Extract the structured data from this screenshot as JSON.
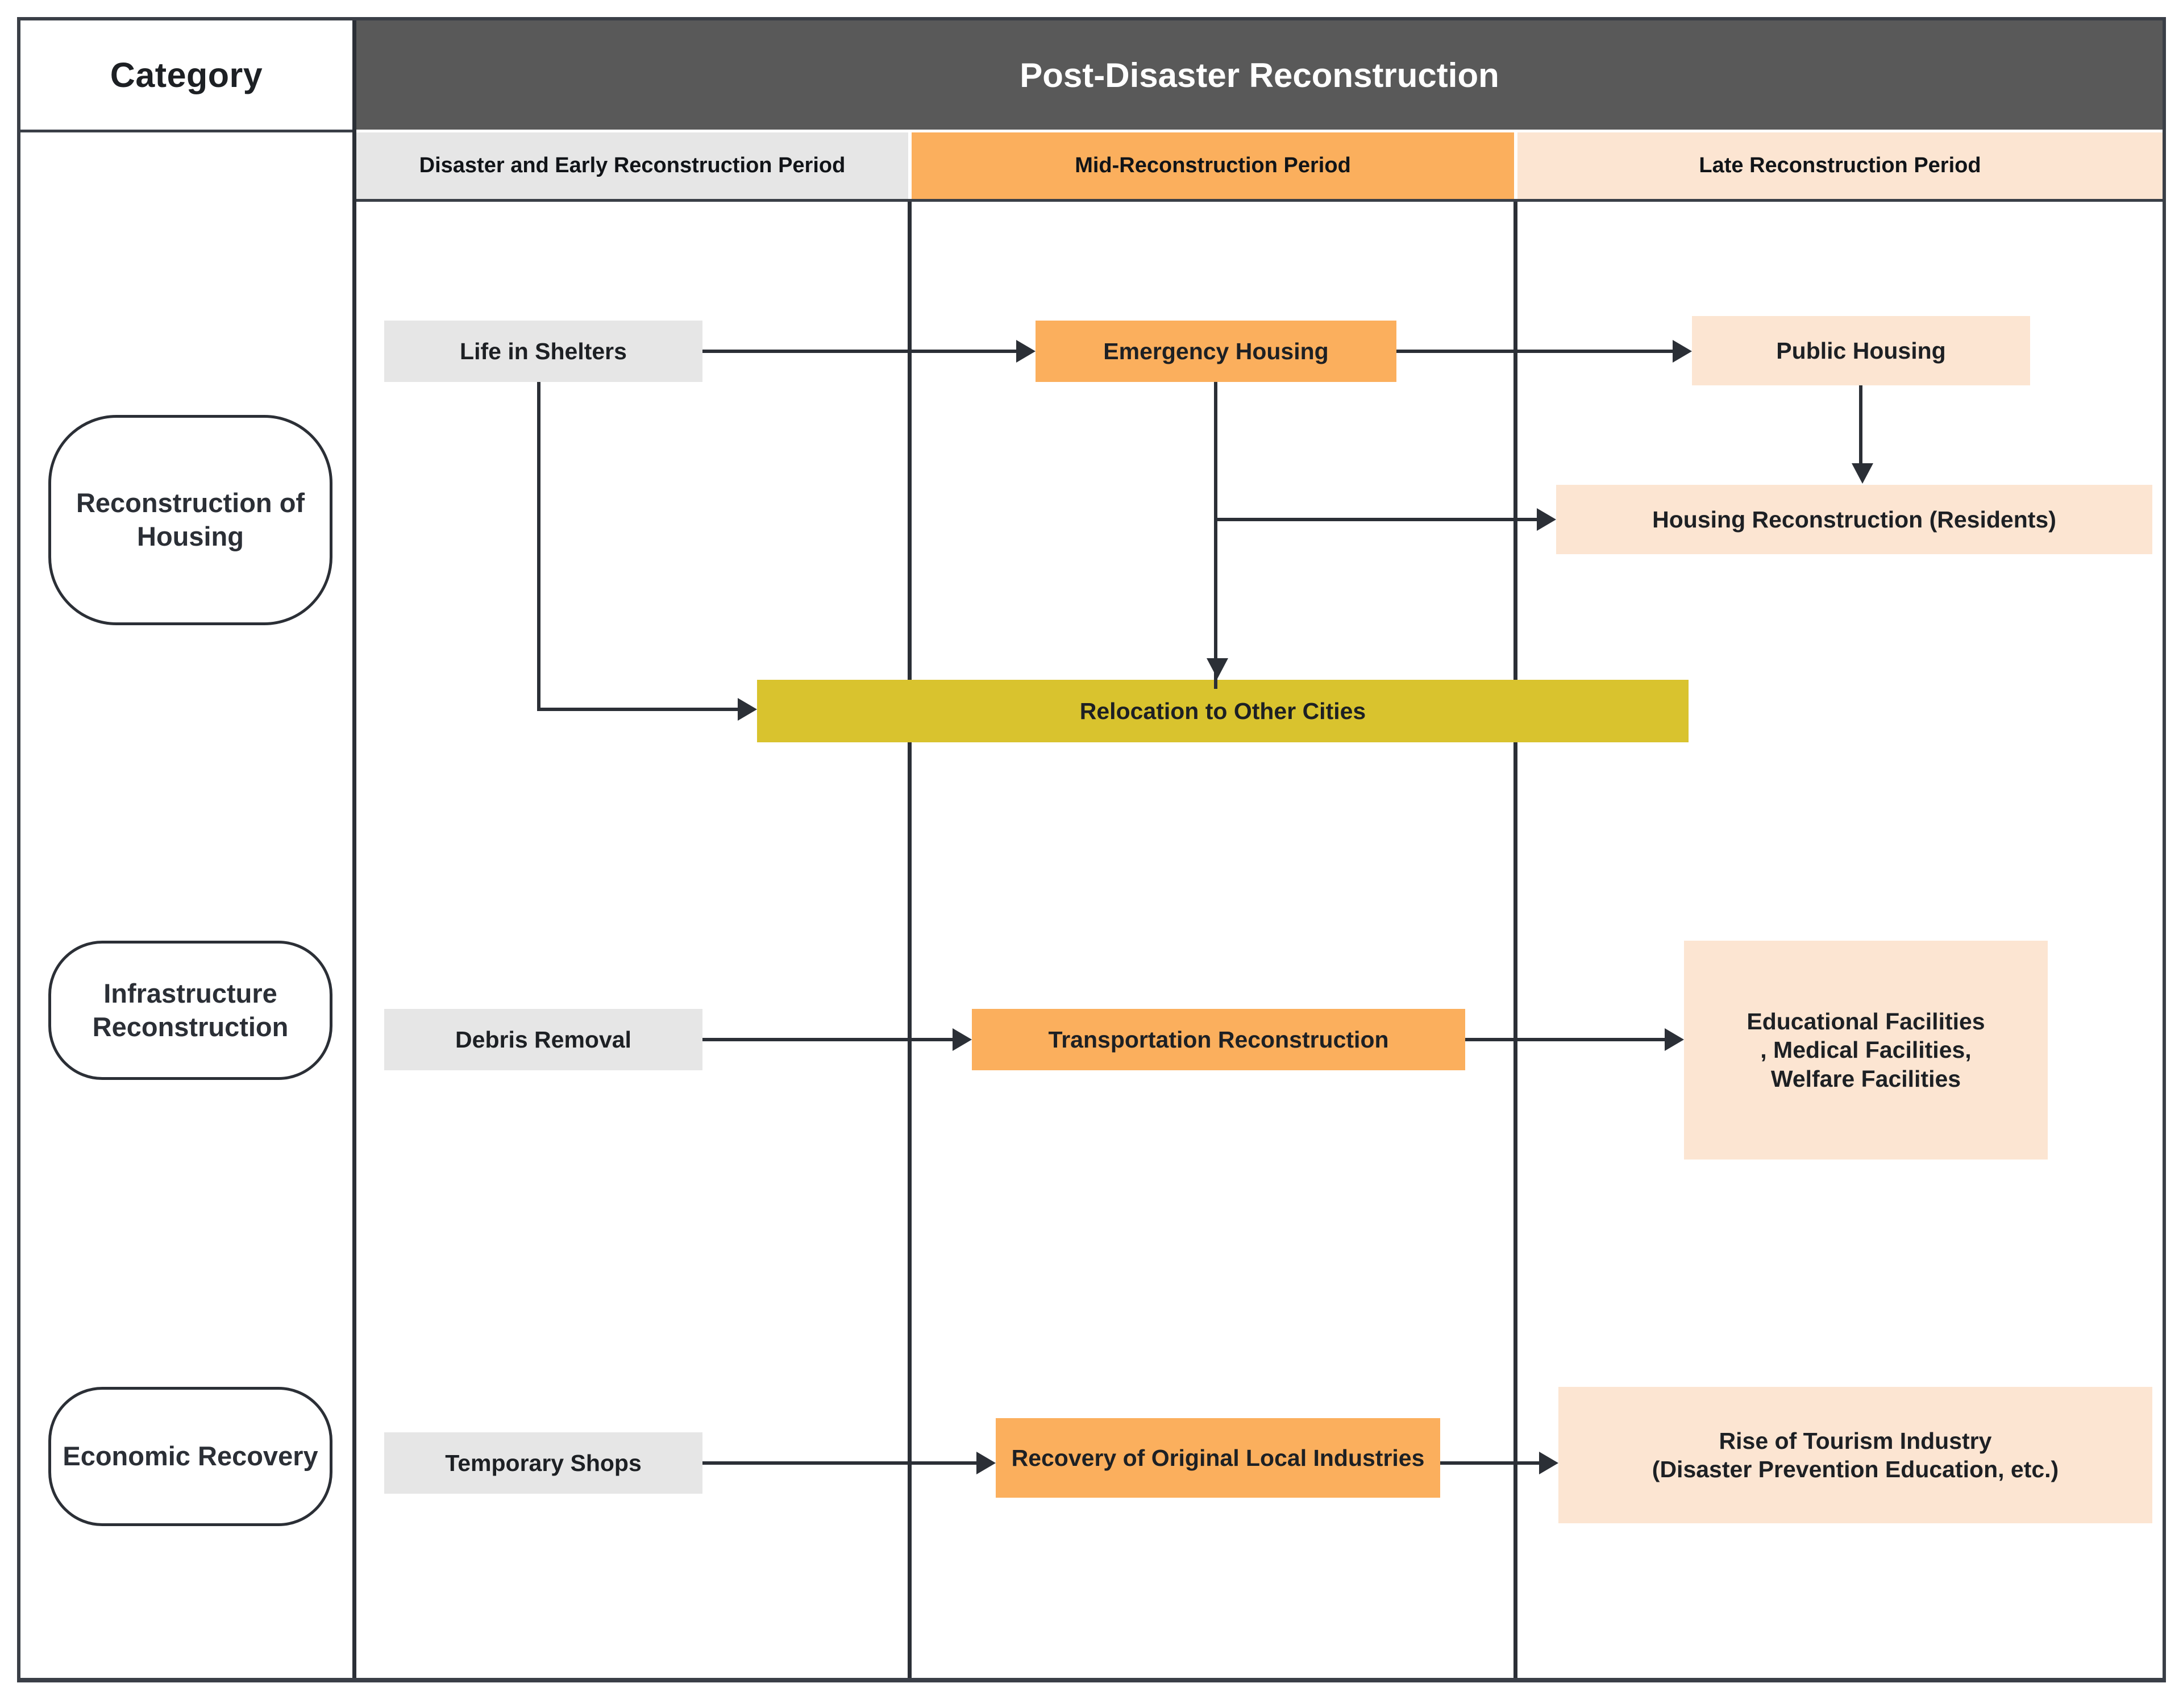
{
  "header": {
    "category_label": "Category",
    "title": "Post-Disaster Reconstruction",
    "phases": [
      {
        "label": "Disaster and Early Reconstruction Period",
        "color": "#e6e6e6"
      },
      {
        "label": "Mid-Reconstruction Period",
        "color": "#fbaf5d"
      },
      {
        "label": "Late Reconstruction Period",
        "color": "#fce5d2"
      }
    ]
  },
  "categories": [
    {
      "label": "Reconstruction of Housing"
    },
    {
      "label": "Infrastructure Reconstruction"
    },
    {
      "label": "Economic Recovery"
    }
  ],
  "nodes": {
    "shelters": "Life in Shelters",
    "emergency": "Emergency Housing",
    "public": "Public Housing",
    "housing_reconstruction": "Housing Reconstruction (Residents)",
    "relocation": "Relocation to Other Cities",
    "debris": "Debris Removal",
    "transportation": "Transportation Reconstruction",
    "facilities": "Educational Facilities\n, Medical Facilities,\nWelfare Facilities",
    "temp_shops": "Temporary Shops",
    "local_industries": "Recovery of Original Local Industries",
    "tourism": "Rise of Tourism Industry\n(Disaster Prevention Education, etc.)"
  },
  "edges": [
    {
      "from": "shelters",
      "to": "emergency"
    },
    {
      "from": "shelters",
      "to": "relocation"
    },
    {
      "from": "emergency",
      "to": "public"
    },
    {
      "from": "emergency",
      "to": "housing_reconstruction"
    },
    {
      "from": "emergency",
      "to": "relocation"
    },
    {
      "from": "public",
      "to": "housing_reconstruction"
    },
    {
      "from": "debris",
      "to": "transportation"
    },
    {
      "from": "transportation",
      "to": "facilities"
    },
    {
      "from": "temp_shops",
      "to": "local_industries"
    },
    {
      "from": "local_industries",
      "to": "tourism"
    }
  ],
  "colors": {
    "header_band": "#595959",
    "early": "#e6e6e6",
    "mid": "#fbaf5d",
    "late": "#fce5d2",
    "relocation": "#d9c32e",
    "line": "#2b2f36"
  }
}
